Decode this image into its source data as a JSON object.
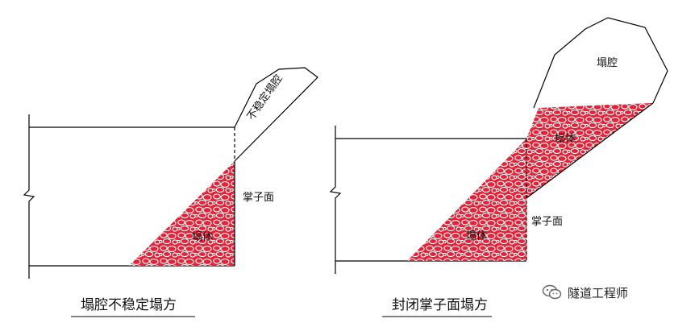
{
  "left_diagram": {
    "void_label": "不稳定塌腔",
    "face_label": "掌子面",
    "debris_label": "塌体",
    "caption": "塌腔不稳定塌方"
  },
  "right_diagram": {
    "void_label": "塌腔",
    "face_label": "掌子面",
    "debris_label": "塌体",
    "caption": "封闭掌子面塌方"
  },
  "watermark": {
    "text": "隧道工程师",
    "icon": "wechat-icon"
  },
  "colors": {
    "line": "#000000",
    "debris_fill": "#e0243a",
    "debris_pattern": "#ffffff"
  }
}
